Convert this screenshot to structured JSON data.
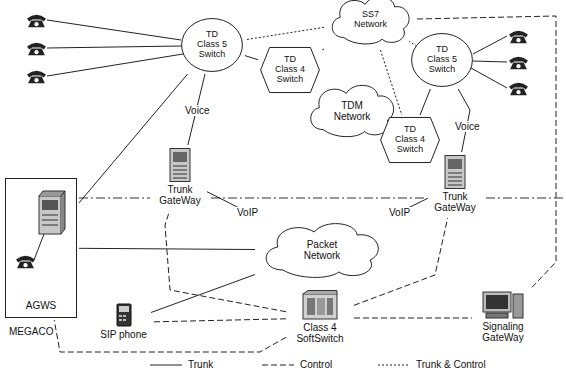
{
  "diagram": {
    "nodes": [
      {
        "text": [
          "SS7 Network"
        ]
      },
      {
        "text": [
          "TD Class 5 Switch"
        ]
      },
      {
        "text": [
          "TD Class 4 Switch"
        ]
      },
      {
        "text": [
          "TD Class 5 Switch"
        ]
      },
      {
        "text": [
          "TDM Network"
        ]
      },
      {
        "text": [
          "TD Class 4 Switch"
        ]
      },
      {
        "text": [
          "Trunk GateWay"
        ]
      },
      {
        "text": [
          "Trunk GateWay"
        ]
      },
      {
        "text": [
          "AGWS"
        ]
      },
      {
        "text": [
          "Packet Network"
        ]
      },
      {
        "text": [
          "SIP phone"
        ]
      },
      {
        "text": [
          "Class 4 SoftSwitch"
        ]
      },
      {
        "text": [
          "Signaling GateWay"
        ]
      }
    ],
    "edges": [
      {
        "from": 0,
        "to": 1,
        "arrow": "none"
      },
      {
        "from": 0,
        "to": 2,
        "arrow": "none"
      },
      {
        "from": 0,
        "to": 3,
        "arrow": "none"
      },
      {
        "from": 0,
        "to": 5,
        "arrow": "none"
      },
      {
        "from": 1,
        "to": 2,
        "arrow": "none"
      },
      {
        "from": 5,
        "to": 3,
        "arrow": "none"
      },
      {
        "from": 1,
        "to": 6,
        "label": "Voice",
        "arrow": "none"
      },
      {
        "from": 3,
        "to": 7,
        "label": "Voice",
        "arrow": "none"
      },
      {
        "from": 8,
        "to": 1,
        "arrow": "none"
      },
      {
        "from": 6,
        "to": 9,
        "label": "VoIP",
        "arrow": "none"
      },
      {
        "from": 7,
        "to": 9,
        "label": "VoIP",
        "arrow": "none"
      },
      {
        "from": 8,
        "to": 9,
        "arrow": "none"
      },
      {
        "from": 10,
        "to": 9,
        "arrow": "none"
      },
      {
        "from": 11,
        "to": 6,
        "arrow": "none"
      },
      {
        "from": 11,
        "to": 7,
        "arrow": "none"
      },
      {
        "from": 11,
        "to": 8,
        "arrow": "none"
      },
      {
        "from": 11,
        "to": 10,
        "arrow": "none"
      },
      {
        "from": 11,
        "to": 12,
        "arrow": "none"
      },
      {
        "from": 0,
        "to": 12,
        "arrow": "none"
      }
    ],
    "labels": [
      "MEGACO"
    ],
    "legend": [
      {
        "text": "Trunk"
      },
      {
        "text": "Control"
      },
      {
        "text": "Trunk & Control"
      }
    ]
  }
}
